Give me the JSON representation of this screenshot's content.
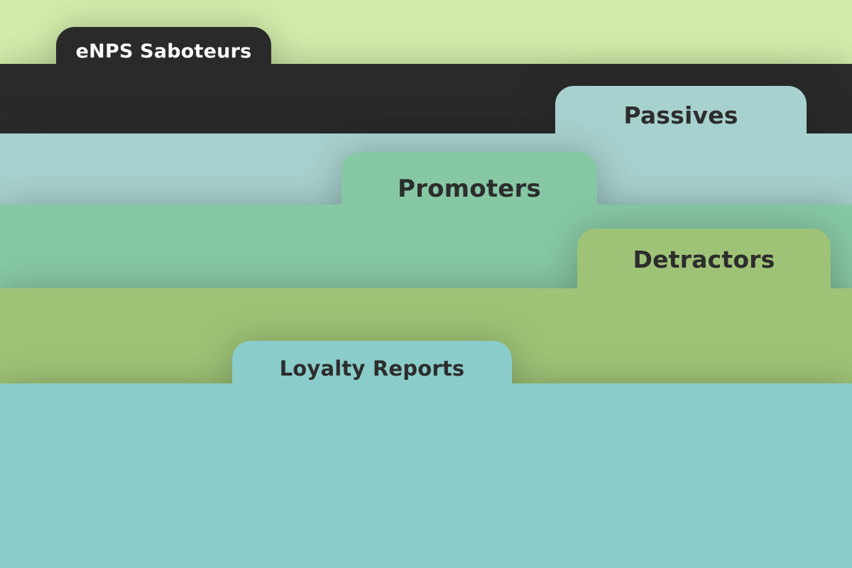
{
  "page": {
    "background_color": "#d2edaa",
    "description": "Stacked folder-divider tabs for eNPS loyalty categories"
  },
  "folders": [
    {
      "id": "enps-saboteurs",
      "label": "eNPS Saboteurs",
      "color": "#2a2a2a",
      "text_color": "#fafaf8"
    },
    {
      "id": "passives",
      "label": "Passives",
      "color": "#a7d1ce",
      "text_color": "#2d2d2d"
    },
    {
      "id": "promoters",
      "label": "Promoters",
      "color": "#86c8a4",
      "text_color": "#2d2d2d"
    },
    {
      "id": "detractors",
      "label": "Detractors",
      "color": "#9ec376",
      "text_color": "#2d2d2d"
    },
    {
      "id": "loyalty-reports",
      "label": "Loyalty Reports",
      "color": "#8accc9",
      "text_color": "#2d2d2d"
    }
  ]
}
